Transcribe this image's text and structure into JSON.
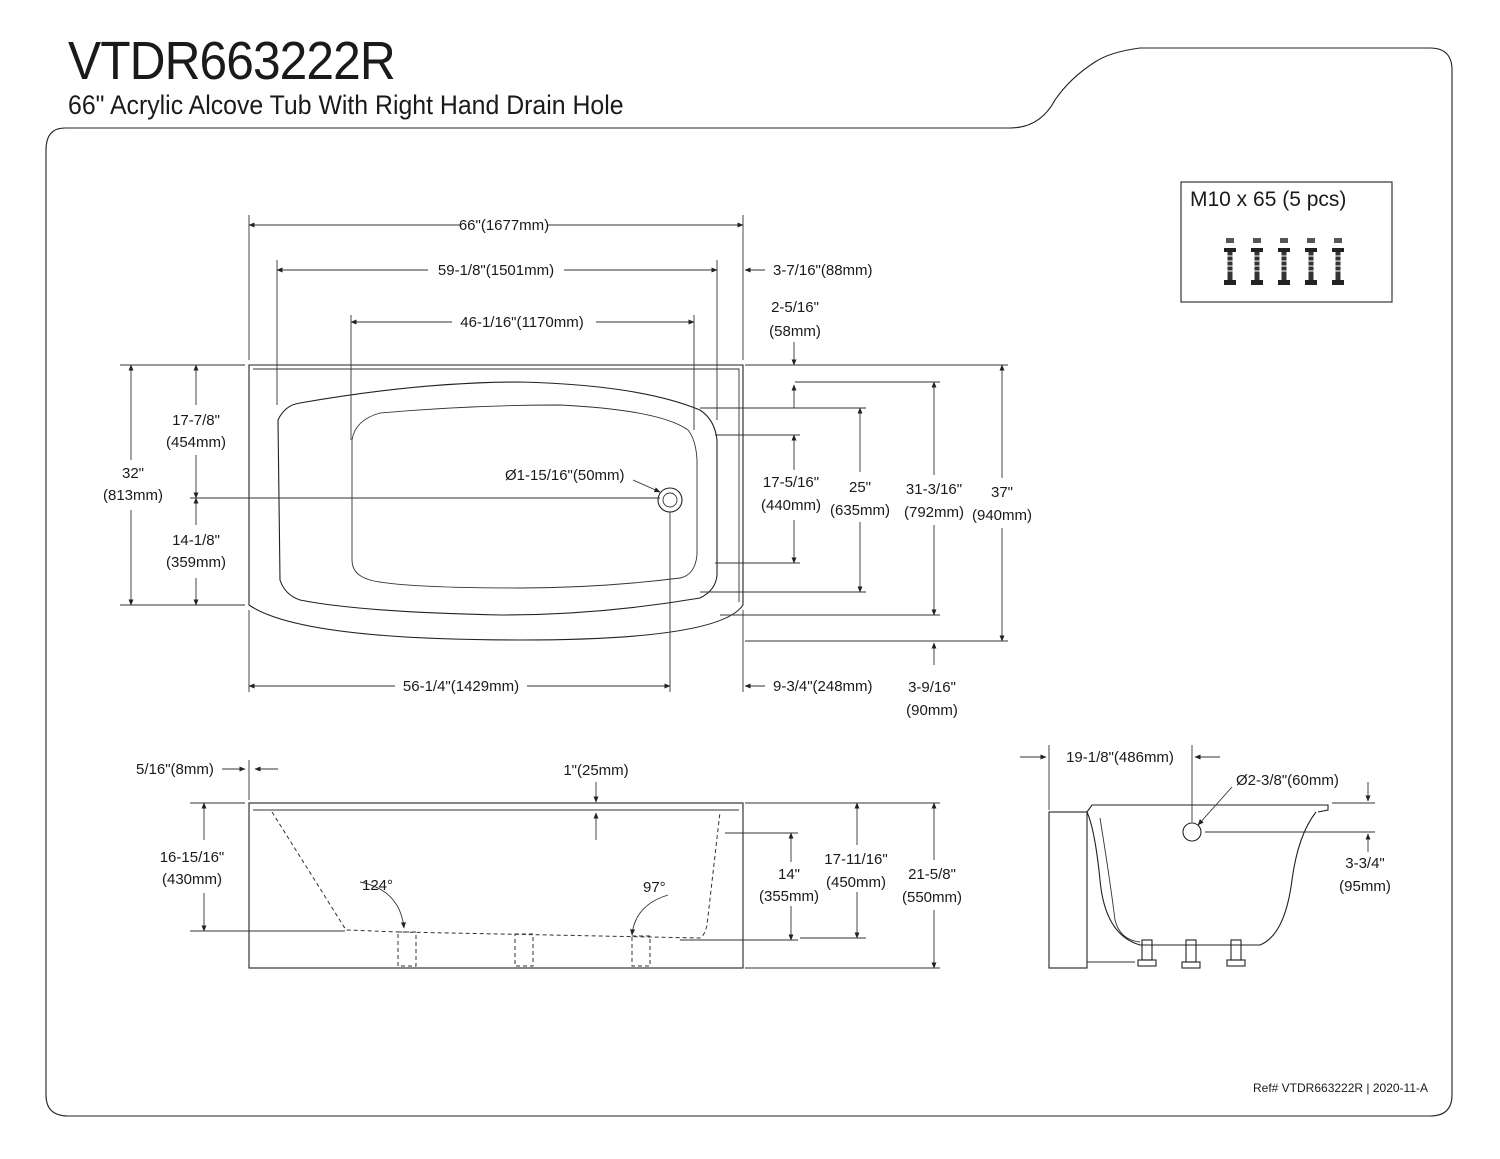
{
  "header": {
    "model": "VTDR663222R",
    "subtitle": "66\" Acrylic Alcove Tub With Right Hand Drain Hole"
  },
  "hardware": {
    "label": "M10 x 65 (5 pcs)",
    "icon": "leveling-bolt-icon",
    "count": 5
  },
  "top_view": {
    "overall_length": "66\"(1677mm)",
    "rim_length": "59-1/8\"(1501mm)",
    "bottom_length": "46-1/16\"(1170mm)",
    "end_flange": "3-7/16\"(88mm)",
    "back_flange": {
      "in": "2-5/16\"",
      "mm": "(58mm)"
    },
    "drain_diameter": "Ø1-15/16\"(50mm)",
    "width_32": {
      "in": "32\"",
      "mm": "(813mm)"
    },
    "drain_from_back": {
      "in": "17-7/8\"",
      "mm": "(454mm)"
    },
    "drain_from_front": {
      "in": "14-1/8\"",
      "mm": "(359mm)"
    },
    "bottom_width": {
      "in": "17-5/16\"",
      "mm": "(440mm)"
    },
    "basin_25": {
      "in": "25\"",
      "mm": "(635mm)"
    },
    "rim_width": {
      "in": "31-3/16\"",
      "mm": "(792mm)"
    },
    "overall_width": {
      "in": "37\"",
      "mm": "(940mm)"
    },
    "drain_from_left": "56-1/4\"(1429mm)",
    "drain_to_end": "9-3/4\"(248mm)",
    "front_apron": {
      "in": "3-9/16\"",
      "mm": "(90mm)"
    }
  },
  "front_view": {
    "flange_thickness": "5/16\"(8mm)",
    "rim_thickness": "1\"(25mm)",
    "inner_depth": {
      "in": "16-15/16\"",
      "mm": "(430mm)"
    },
    "left_angle": "124°",
    "right_angle": "97°",
    "overflow_height": {
      "in": "14\"",
      "mm": "(355mm)"
    },
    "depth_to_bottom": {
      "in": "17-11/16\"",
      "mm": "(450mm)"
    },
    "overall_height": {
      "in": "21-5/8\"",
      "mm": "(550mm)"
    }
  },
  "side_view": {
    "overflow_offset": "19-1/8\"(486mm)",
    "overflow_diameter": "Ø2-3/8\"(60mm)",
    "overflow_from_top": {
      "in": "3-3/4\"",
      "mm": "(95mm)"
    }
  },
  "footer": {
    "reference": "Ref# VTDR663222R | 2020-11-A"
  }
}
